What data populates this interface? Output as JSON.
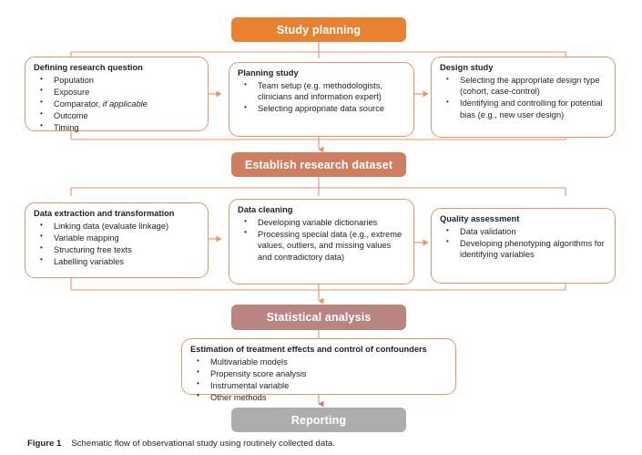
{
  "figure": {
    "label": "Figure 1",
    "caption": "Schematic flow of observational study using routinely collected data."
  },
  "colors": {
    "stage_planning": "#e98230",
    "stage_dataset": "#cf7e5f",
    "stage_stats": "#b98580",
    "stage_reporting": "#adadad",
    "box_border": "#e9946a",
    "connector": "#e9946a",
    "text": "#231f20"
  },
  "stages": {
    "planning": "Study planning",
    "dataset": "Establish research dataset",
    "statistical": "Statistical analysis",
    "reporting": "Reporting"
  },
  "boxes": {
    "defining_research_question": {
      "title": "Defining research question",
      "items": [
        "Population",
        "Exposure",
        "Comparator, if applicable",
        "Outcome",
        "Timing"
      ]
    },
    "planning_study": {
      "title": "Planning study",
      "items": [
        "Team setup (e.g.  methodologists, clinicians and information expert)",
        "Selecting appropriate data source"
      ]
    },
    "design_study": {
      "title": "Design study",
      "items": [
        "Selecting the appropriate design type (cohort, case-control)",
        "Identifying and controlling for potential bias (e.g., new user design)"
      ]
    },
    "data_extraction": {
      "title": "Data  extraction and transformation",
      "items": [
        "Linking data (evaluate linkage)",
        "Variable mapping",
        "Structuring free texts",
        "Labelling variables"
      ]
    },
    "data_cleaning": {
      "title": "Data cleaning",
      "items": [
        "Developing variable dictionaries",
        "Processing special data (e.g., extreme values, outliers, and missing values and contradictory data)"
      ]
    },
    "quality_assessment": {
      "title": "Quality assessment",
      "items": [
        "Data validation",
        "Developing phenotyping algorithms for identifying variables"
      ]
    },
    "estimation": {
      "title": "Estimation of treatment effects and control of confounders",
      "items": [
        "Multivariable models",
        "Propensity score analysis",
        "Instrumental variable",
        "Other methods"
      ]
    }
  }
}
